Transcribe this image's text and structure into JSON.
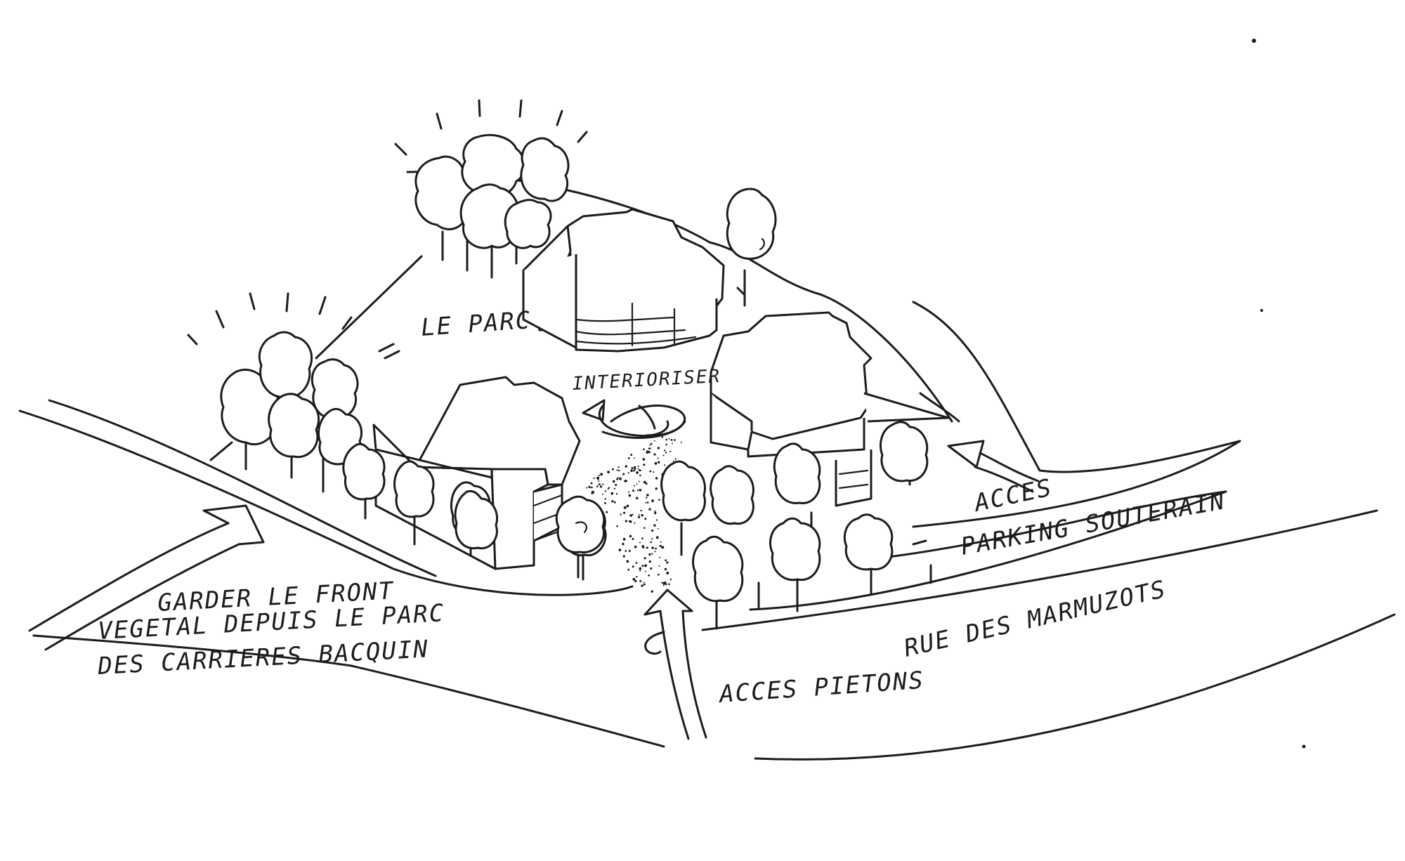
{
  "labels": {
    "le_parc": "LE PARC",
    "interioriser": "INTERIORISER",
    "acces_parking_line1": "ACCES",
    "acces_parking_line2": "PARKING SOUTERAIN",
    "rue": "RUE DES MARMUZOTS",
    "acces_pietons": "ACCES PIETONS",
    "garder_line1": "GARDER LE FRONT",
    "garder_line2": "VEGETAL DEPUIS LE PARC",
    "garder_line3": "DES CARRIERES BACQUIN"
  },
  "colors": {
    "ink": "#1c1c1c",
    "paper": "#ffffff"
  }
}
